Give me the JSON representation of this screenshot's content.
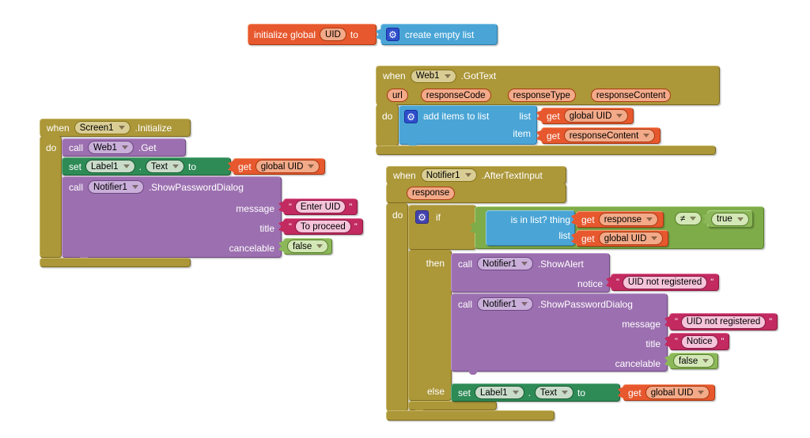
{
  "icons": {
    "gear": "⚙"
  },
  "punct": {
    "quote": "\"",
    "dot": "."
  },
  "colors": {
    "workspace_bg": "#FFFFFF",
    "event_block": "#AC9739",
    "procedure_block": "#9C70B0",
    "setter_block": "#2E8B56",
    "variable_block": "#E7582E",
    "list_block": "#4AA5D6",
    "text_block": "#C22A60",
    "logic_block": "#7EAC49"
  },
  "g1": {
    "init": {
      "keyword": "initialize global",
      "name": "UID",
      "to": "to"
    },
    "create_list": {
      "label": "create empty list"
    }
  },
  "g2": {
    "when": "when",
    "component": "Web1",
    "event": ".GotText",
    "params": [
      "url",
      "responseCode",
      "responseType",
      "responseContent"
    ],
    "do_label": "do",
    "add_items_label": "add items to list",
    "list_label": "list",
    "item_label": "item",
    "get_label": "get",
    "list_var": "global UID",
    "item_var": "responseContent"
  },
  "g3": {
    "when": "when",
    "component": "Screen1",
    "event": ".Initialize",
    "do_label": "do",
    "call_label": "call",
    "web_component": "Web1",
    "web_method": ".Get",
    "set_label": "set",
    "label_component": "Label1",
    "prop": "Text",
    "to": "to",
    "get_label": "get",
    "get_var": "global UID",
    "notifier_component": "Notifier1",
    "dialog_method": ".ShowPasswordDialog",
    "arg_message": "message",
    "arg_title": "title",
    "arg_cancelable": "cancelable",
    "message_text": "Enter UID",
    "title_text": "To proceed",
    "cancelable_value": "false"
  },
  "g4": {
    "when": "when",
    "component": "Notifier1",
    "event": ".AfterTextInput",
    "param": "response",
    "do_label": "do",
    "if_label": "if",
    "then_label": "then",
    "else_label": "else",
    "is_in_list_label": "is in list? thing",
    "list_label": "list",
    "get_label": "get",
    "response_var": "response",
    "uid_var": "global UID",
    "operator": "≠",
    "true_value": "true",
    "call_label": "call",
    "notifier_component": "Notifier1",
    "alert_method": ".ShowAlert",
    "arg_notice": "notice",
    "alert_text": "UID not registered",
    "dialog_method": ".ShowPasswordDialog",
    "arg_message": "message",
    "arg_title": "title",
    "arg_cancelable": "cancelable",
    "message_text": "UID not registered",
    "title_text": "Notice",
    "cancelable_value": "false",
    "set_label": "set",
    "label_component": "Label1",
    "prop": "Text",
    "to": "to",
    "get_var": "global UID"
  }
}
